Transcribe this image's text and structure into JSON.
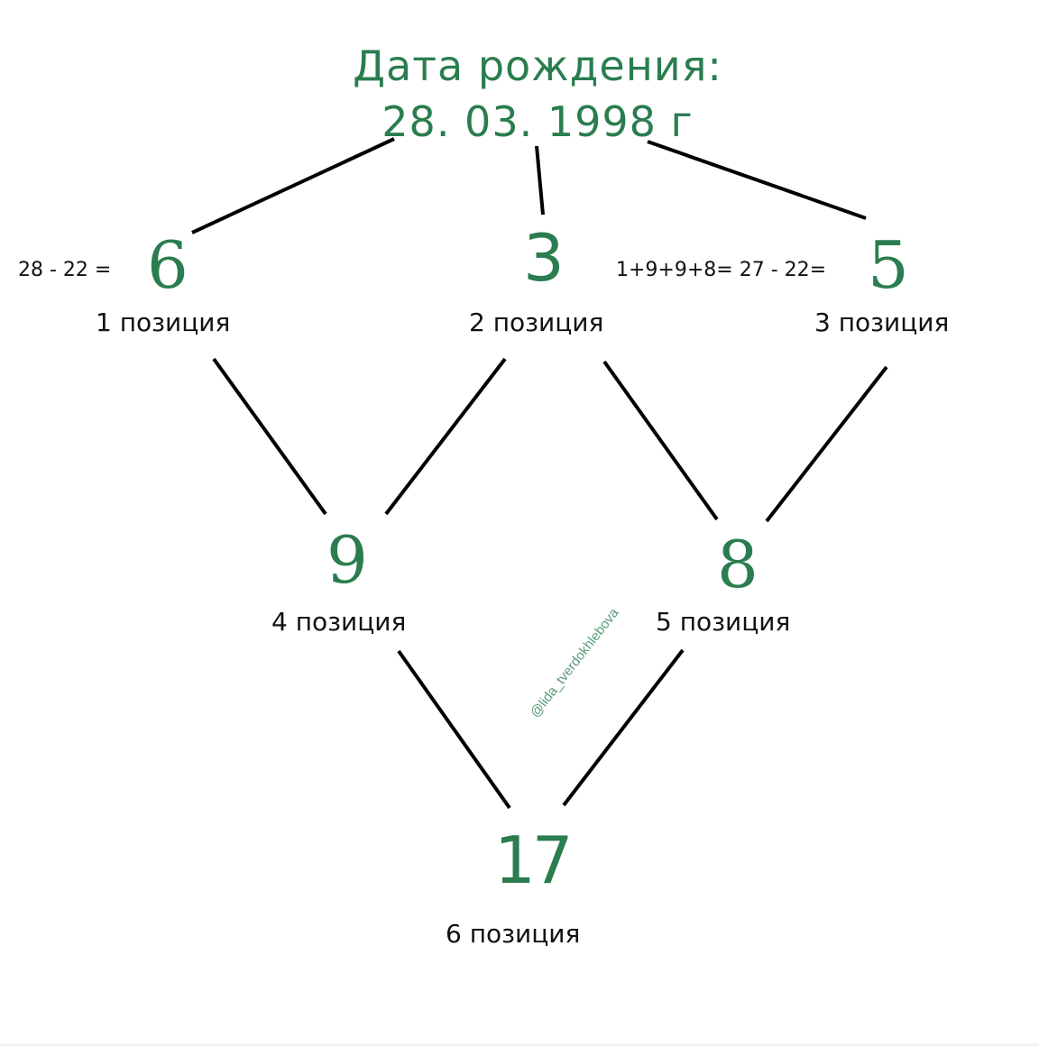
{
  "header": {
    "title": "Дата рождения:",
    "date": "28. 03. 1998 г"
  },
  "colors": {
    "accent": "#2a7d4f",
    "text": "#111111",
    "lines": "#000000",
    "background": "#ffffff"
  },
  "nodes": [
    {
      "id": "p1",
      "value": "6",
      "label": "1 позиция",
      "calculation": "28 - 22 ="
    },
    {
      "id": "p2",
      "value": "3",
      "label": "2 позиция"
    },
    {
      "id": "p3",
      "value": "5",
      "label": "3 позиция",
      "calculation": "1+9+9+8= 27 - 22="
    },
    {
      "id": "p4",
      "value": "9",
      "label": "4 позиция"
    },
    {
      "id": "p5",
      "value": "8",
      "label": "5 позиция"
    },
    {
      "id": "p6",
      "value": "17",
      "label": "6 позиция"
    }
  ],
  "watermark": "@lida_tverdokhlebova"
}
